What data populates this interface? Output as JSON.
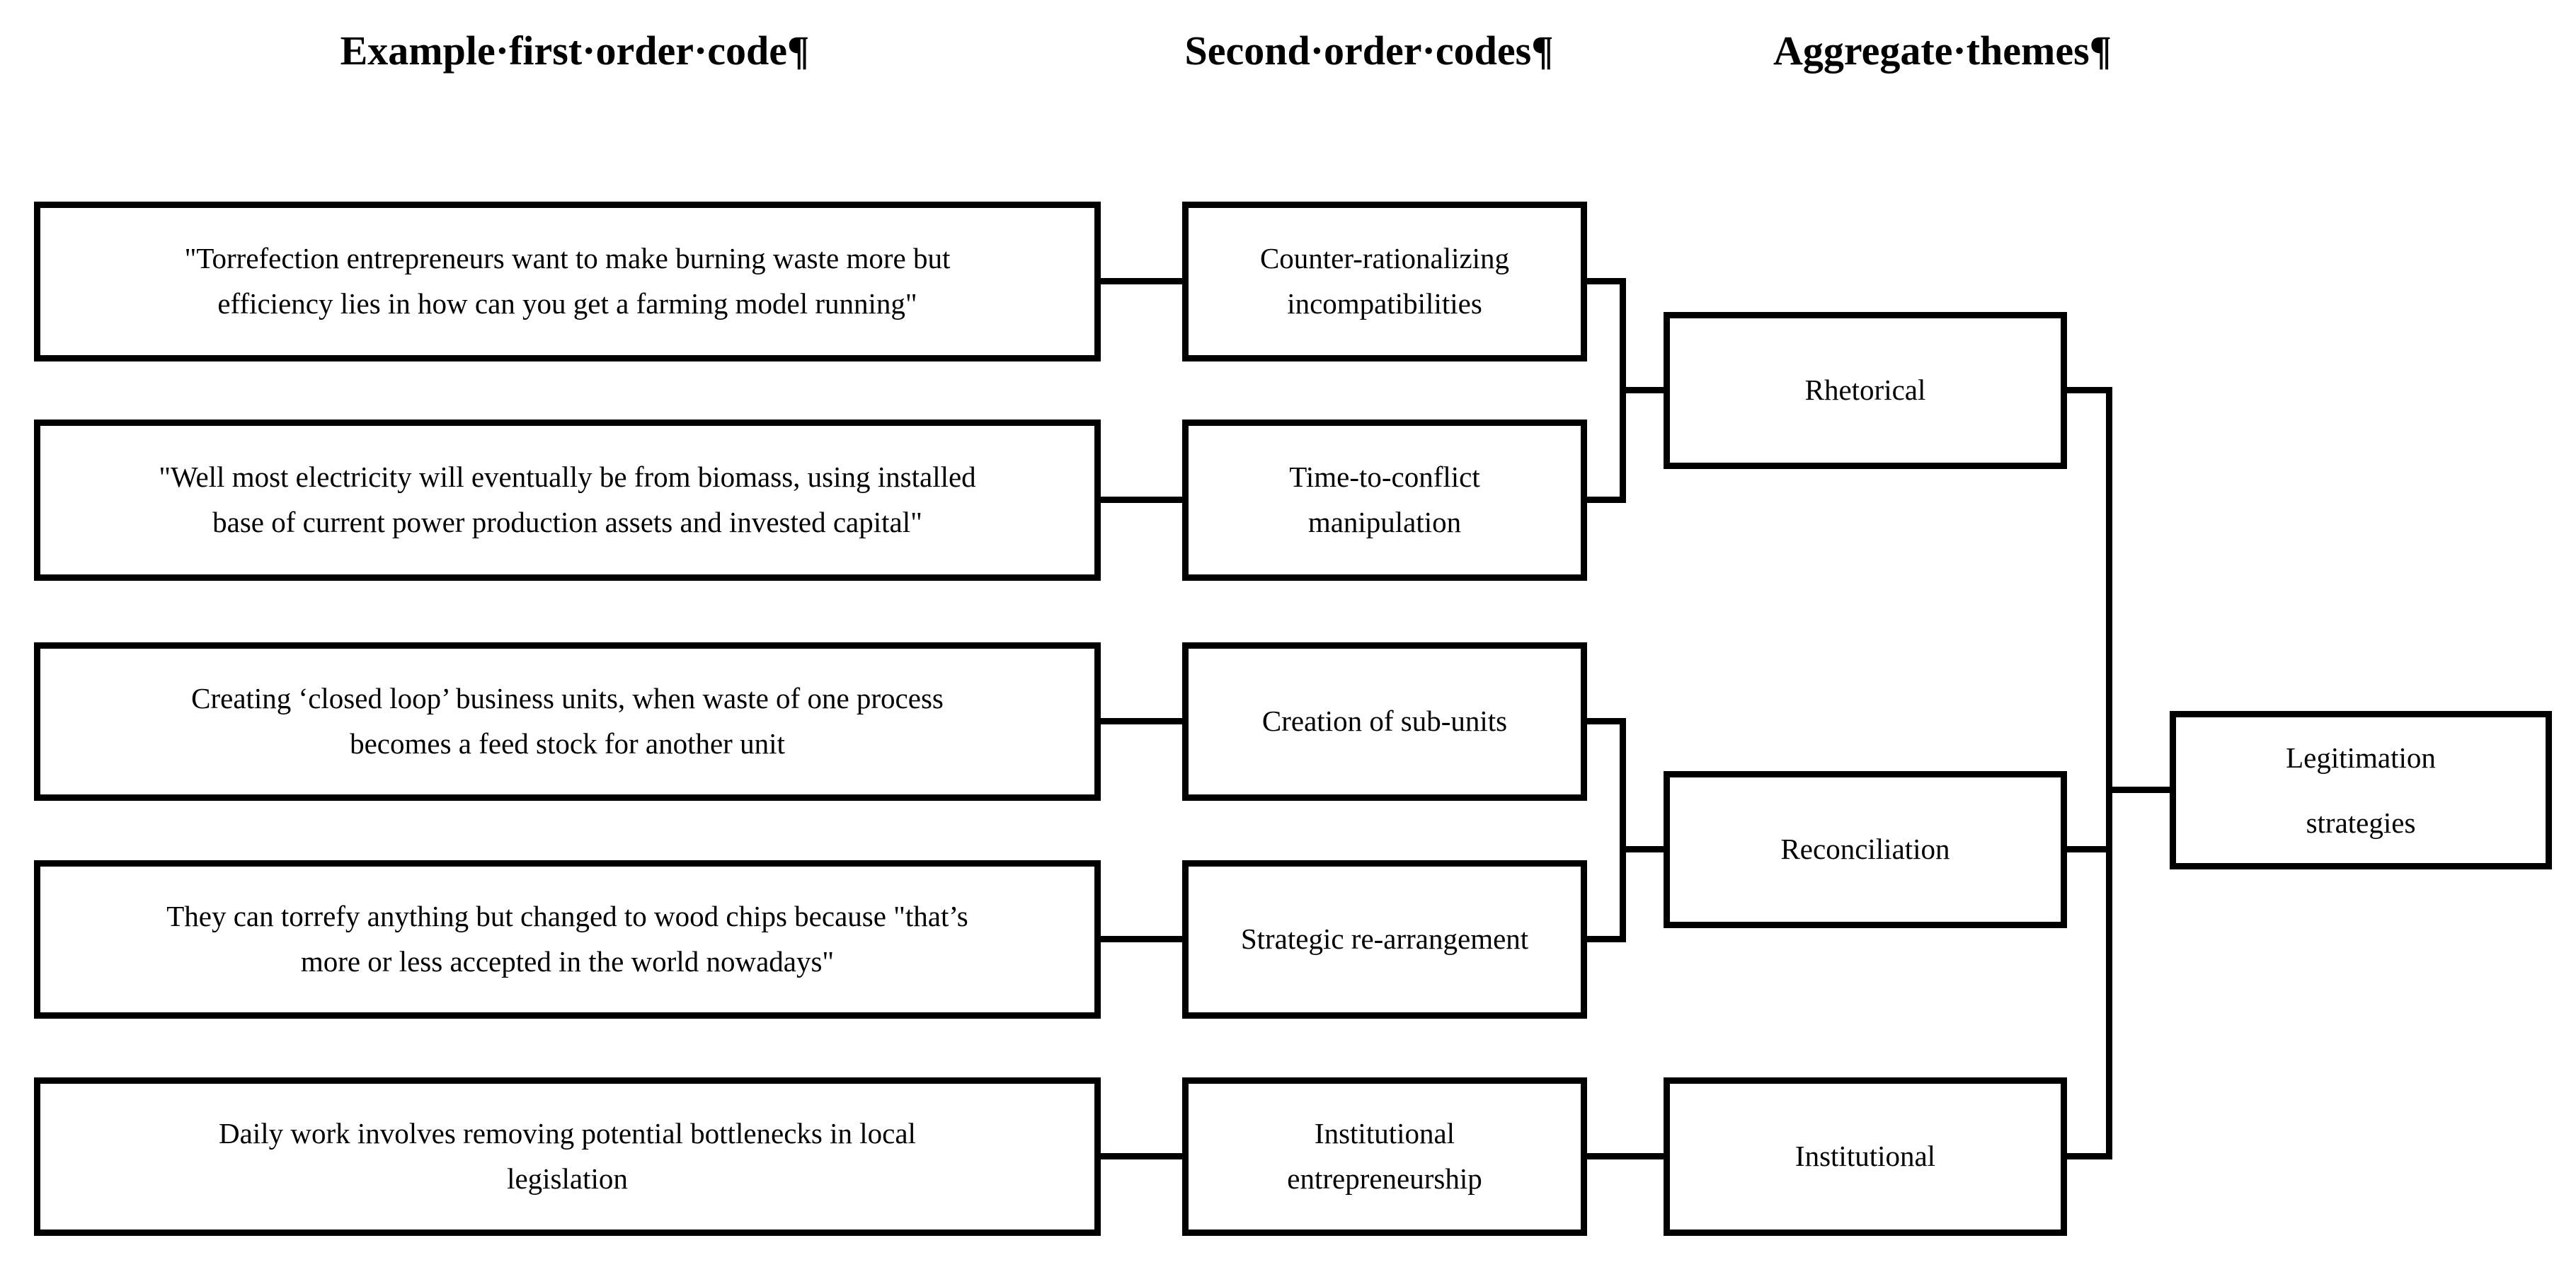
{
  "figure": {
    "background_color": "#ffffff",
    "line_color": "#000000"
  },
  "headers": {
    "col1": "Example·first·order·code¶",
    "col2": "Second·order·codes¶",
    "col3": "Aggregate·themes¶"
  },
  "first_order_codes": [
    "\"Torrefection entrepreneurs want to make burning waste more but\nefficiency lies in how can you get a farming model running\"",
    "\"Well most electricity will eventually be from biomass, using installed\nbase of current power production assets and invested capital\"",
    "Creating  ‘closed loop’ business units, when waste of one process\nbecomes a feed stock for another unit",
    "They can torrefy anything but changed to wood chips because \"that’s\nmore or less accepted in the world nowadays\"",
    "Daily work involves removing potential bottlenecks in local\nlegislation"
  ],
  "second_order_codes": [
    "Counter-rationalizing\nincompatibilities",
    "Time-to-conflict\nmanipulation",
    "Creation of sub-units",
    "Strategic re-arrangement",
    "Institutional\nentrepreneurship"
  ],
  "aggregate_themes": [
    "Rhetorical",
    "Reconciliation",
    "Institutional"
  ],
  "outcome": {
    "label": "Legitimation\nstrategies"
  }
}
